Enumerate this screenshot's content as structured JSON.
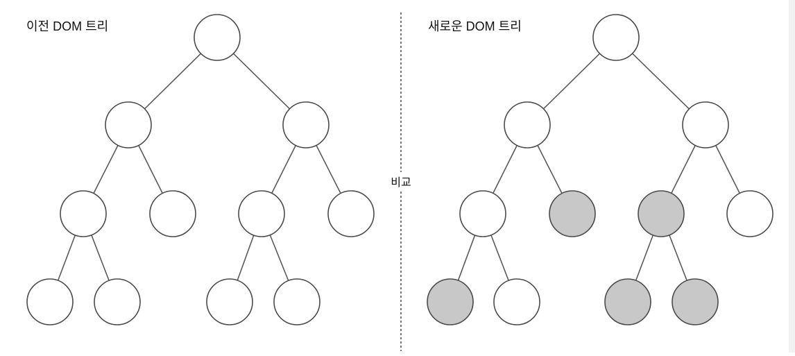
{
  "diagram": {
    "old_tree": {
      "title": "이전 DOM 트리",
      "nodes": [
        {
          "id": "r",
          "changed": false
        },
        {
          "id": "a",
          "parent": "r",
          "changed": false
        },
        {
          "id": "b",
          "parent": "r",
          "changed": false
        },
        {
          "id": "a1",
          "parent": "a",
          "changed": false
        },
        {
          "id": "a2",
          "parent": "a",
          "changed": false
        },
        {
          "id": "b1",
          "parent": "b",
          "changed": false
        },
        {
          "id": "b2",
          "parent": "b",
          "changed": false
        },
        {
          "id": "a1x",
          "parent": "a1",
          "changed": false
        },
        {
          "id": "a1y",
          "parent": "a1",
          "changed": false
        },
        {
          "id": "b1x",
          "parent": "b1",
          "changed": false
        },
        {
          "id": "b1y",
          "parent": "b1",
          "changed": false
        }
      ]
    },
    "new_tree": {
      "title": "새로운 DOM 트리",
      "nodes": [
        {
          "id": "r",
          "changed": false
        },
        {
          "id": "a",
          "parent": "r",
          "changed": false
        },
        {
          "id": "b",
          "parent": "r",
          "changed": false
        },
        {
          "id": "a1",
          "parent": "a",
          "changed": false
        },
        {
          "id": "a2",
          "parent": "a",
          "changed": true
        },
        {
          "id": "b1",
          "parent": "b",
          "changed": true
        },
        {
          "id": "b2",
          "parent": "b",
          "changed": false
        },
        {
          "id": "a1x",
          "parent": "a1",
          "changed": true
        },
        {
          "id": "a1y",
          "parent": "a1",
          "changed": false
        },
        {
          "id": "b1x",
          "parent": "b1",
          "changed": true
        },
        {
          "id": "b1y",
          "parent": "b1",
          "changed": true
        }
      ]
    },
    "divider_label": "비교",
    "colors": {
      "node_fill": "#ffffff",
      "changed_fill": "#c8c8c8",
      "stroke": "#4a4a4a",
      "edge": "#5a5a5a",
      "divider": "#777777",
      "text": "#111111"
    }
  }
}
